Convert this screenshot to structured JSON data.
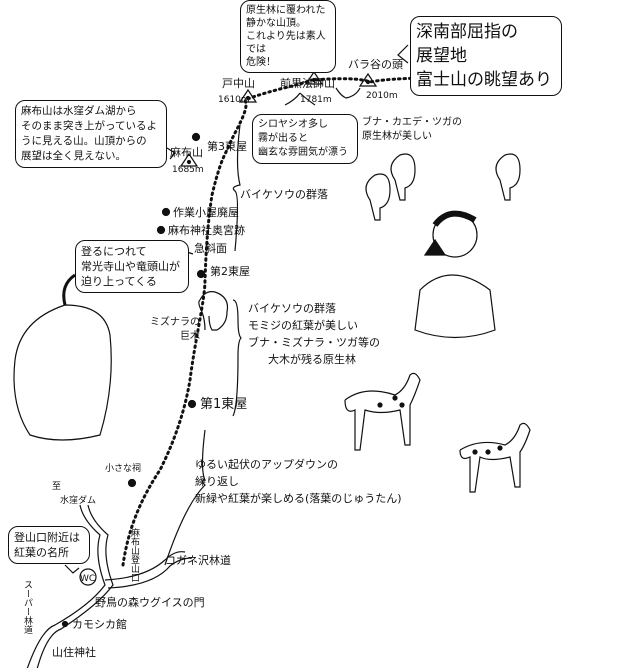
{
  "callouts": {
    "summit_forest": [
      "原生林に覆われた",
      "静かな山頂。",
      "これより先は素人",
      "では",
      "危険！"
    ],
    "viewpoint": [
      "深南部屈指の",
      "展望地",
      "富士山の眺望あり"
    ],
    "azabu_note": [
      "麻布山は水窪ダム湖から",
      "そのまま突き上がっているよ",
      "うに見える山。山頂からの",
      "展望は全く見えない。"
    ],
    "climb_note": [
      "登るにつれて",
      "常光寺山や竜頭山が",
      "迫り上ってくる"
    ],
    "trailhead_note": [
      "登山口附近は",
      "紅葉の名所"
    ],
    "shiroyashio": [
      "シロヤシオ多し",
      "霧が出ると",
      "幽玄な雰囲気が漂う"
    ]
  },
  "peaks": {
    "tonaka": {
      "name": "戸中山",
      "elev": "1610m"
    },
    "maeguro": {
      "name": "前黒法師山",
      "elev": "1781m"
    },
    "baradani": {
      "name": "バラ谷の頭",
      "elev": "2010m"
    },
    "azabu": {
      "name": "麻布山",
      "elev": "1685m"
    }
  },
  "labels": {
    "buna_kaede": [
      "ブナ・カエデ・ツガの",
      "原生林が美しい"
    ],
    "azumaya3": "第3東屋",
    "baikeisou": "バイケソウの群落",
    "sagyou": "作業小屋廃屋",
    "okumiya": "麻布神社奥宮跡",
    "steep": "急斜面",
    "azumaya2": "第2東屋",
    "mizunara": [
      "ミズナラの",
      "巨木"
    ],
    "forest_notes": [
      "バイケソウの群落",
      "モミジの紅葉が美しい",
      "ブナ・ミズナラ・ツガ等の",
      "大木が残る原生林"
    ],
    "azumaya1": "第1東屋",
    "hokora": "小さな祠",
    "updown": [
      "ゆるい起伏のアップダウンの",
      "繰り返し",
      "新緑や紅葉が楽しめる(落葉のじゅうたん)"
    ],
    "dam": [
      "至",
      "水窪ダム"
    ],
    "wc": "WC",
    "trailhead": "麻布山登山口",
    "koganesawa": "コガネ沢林道",
    "uguisu": "野鳥の森ウグイスの門",
    "kamoshika": "カモシカ館",
    "yamazumi": "山住神社",
    "super_rindo": "スーパー林道"
  }
}
